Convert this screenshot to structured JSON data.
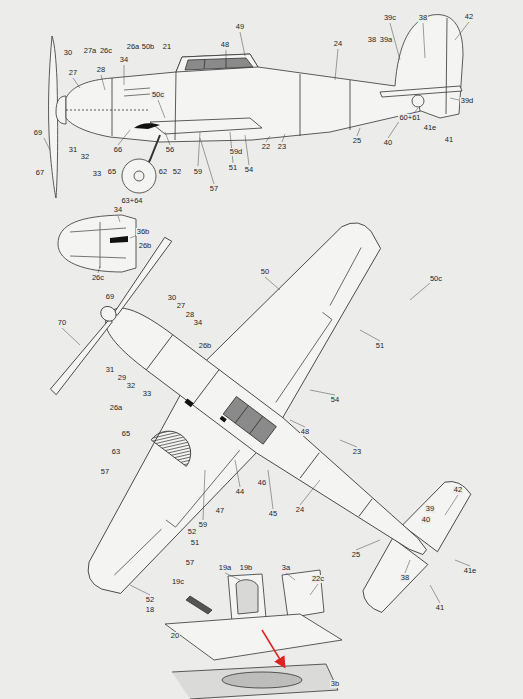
{
  "diagram": {
    "labels": [
      "49",
      "39c",
      "38",
      "42",
      "30",
      "27a",
      "26a",
      "50b",
      "21",
      "48",
      "24",
      "38",
      "39a",
      "26c",
      "28",
      "34",
      "50c",
      "27",
      "39d",
      "69",
      "31",
      "32",
      "66",
      "56",
      "33",
      "65",
      "62",
      "52",
      "59",
      "51",
      "59d",
      "22",
      "23",
      "25",
      "40",
      "41e",
      "41",
      "60+61",
      "54",
      "57",
      "67",
      "63+64",
      "34",
      "36b",
      "26b",
      "26c",
      "50",
      "50c",
      "69",
      "30",
      "27",
      "28",
      "34",
      "70",
      "26b",
      "31",
      "29",
      "32",
      "33",
      "51",
      "26a",
      "54",
      "65",
      "48",
      "63",
      "23",
      "57",
      "44",
      "46",
      "59",
      "47",
      "45",
      "42",
      "52",
      "51",
      "24",
      "39",
      "40",
      "57",
      "25",
      "41e",
      "52",
      "38",
      "41",
      "19a",
      "19b",
      "3a",
      "22c",
      "19c",
      "18",
      "20",
      "3b"
    ]
  }
}
